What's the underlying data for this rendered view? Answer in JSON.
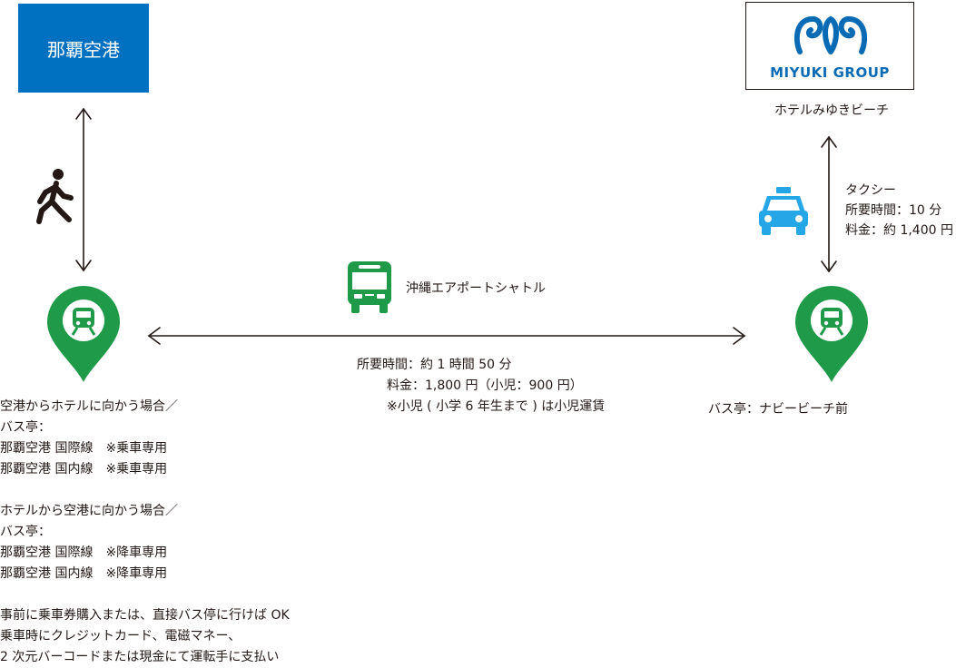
{
  "colors": {
    "airport_blue": "#0070c0",
    "stop_green": "#1f9a48",
    "taxi_blue": "#25a6e6",
    "brand_blue": "#0a6bb5",
    "line": "#231815"
  },
  "airport": {
    "name": "那覇空港"
  },
  "hotel": {
    "brand": "MIYUKI GROUP",
    "name": "ホテルみゆきビーチ"
  },
  "icons": [
    "walking-person-icon",
    "bus-stop-pin-icon",
    "taxi-icon",
    "bus-icon",
    "miyuki-logo-icon"
  ],
  "taxi": {
    "lines": [
      "タクシー",
      "所要時間：10 分",
      "料金：約 1,400 円"
    ]
  },
  "bus": {
    "name": "沖縄エアポートシャトル",
    "time": "所要時間：約 1 時間 50 分",
    "fare": "料金：1,800 円（小児：900 円）",
    "note": "※小児 ( 小学 6 年生まで ) は小児運賃"
  },
  "hotel_stop": {
    "label": "バス亭：ナビービーチ前"
  },
  "airport_notes": [
    "空港からホテルに向かう場合／",
    "バス亭：",
    "那覇空港 国際線　※乗車専用",
    "那覇空港 国内線　※乗車専用",
    "",
    "ホテルから空港に向かう場合／",
    "バス亭：",
    "那覇空港 国際線　※降車専用",
    "那覇空港 国内線　※降車専用",
    "",
    "事前に乗車券購入または、直接バス停に行けば OK",
    "乗車時にクレジットカード、電磁マネー、",
    "2 次元バーコードまたは現金にて運転手に支払い"
  ]
}
